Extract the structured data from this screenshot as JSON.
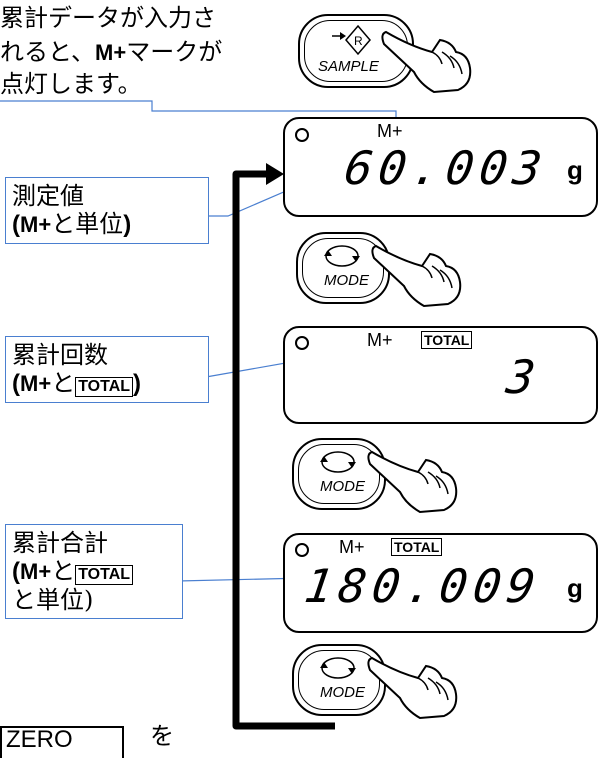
{
  "intro": {
    "line1": "累計データが入力さ",
    "line2a": "れると、",
    "line2_mplus": "M+",
    "line2b": "マークが",
    "line3": "点灯します。"
  },
  "keys": {
    "sample_label": "SAMPLE",
    "sample_symbol": "R",
    "mode_label": "MODE"
  },
  "labels": {
    "measured": {
      "line1": "測定値",
      "open": "(",
      "mplus": "M+",
      "mid": "と単位",
      "close": ")"
    },
    "count": {
      "line1": "累計回数",
      "open": "(",
      "mplus": "M+",
      "mid": "と",
      "total": "TOTAL",
      "close": ")"
    },
    "sum": {
      "line1": "累計合計",
      "open": "(",
      "mplus": "M+",
      "mid": "と",
      "total": "TOTAL",
      "line3": "と単位)"
    }
  },
  "displays": [
    {
      "mplus": "M+",
      "total": "",
      "value": "60.003",
      "unit": "g"
    },
    {
      "mplus": "M+",
      "total": "TOTAL",
      "value": "3",
      "unit": ""
    },
    {
      "mplus": "M+",
      "total": "TOTAL",
      "value": "180.009",
      "unit": "g"
    }
  ],
  "bottom": {
    "key_label": "ZERO",
    "trail": "を"
  },
  "colors": {
    "connector": "#4a7fd0",
    "ink": "#000000"
  }
}
